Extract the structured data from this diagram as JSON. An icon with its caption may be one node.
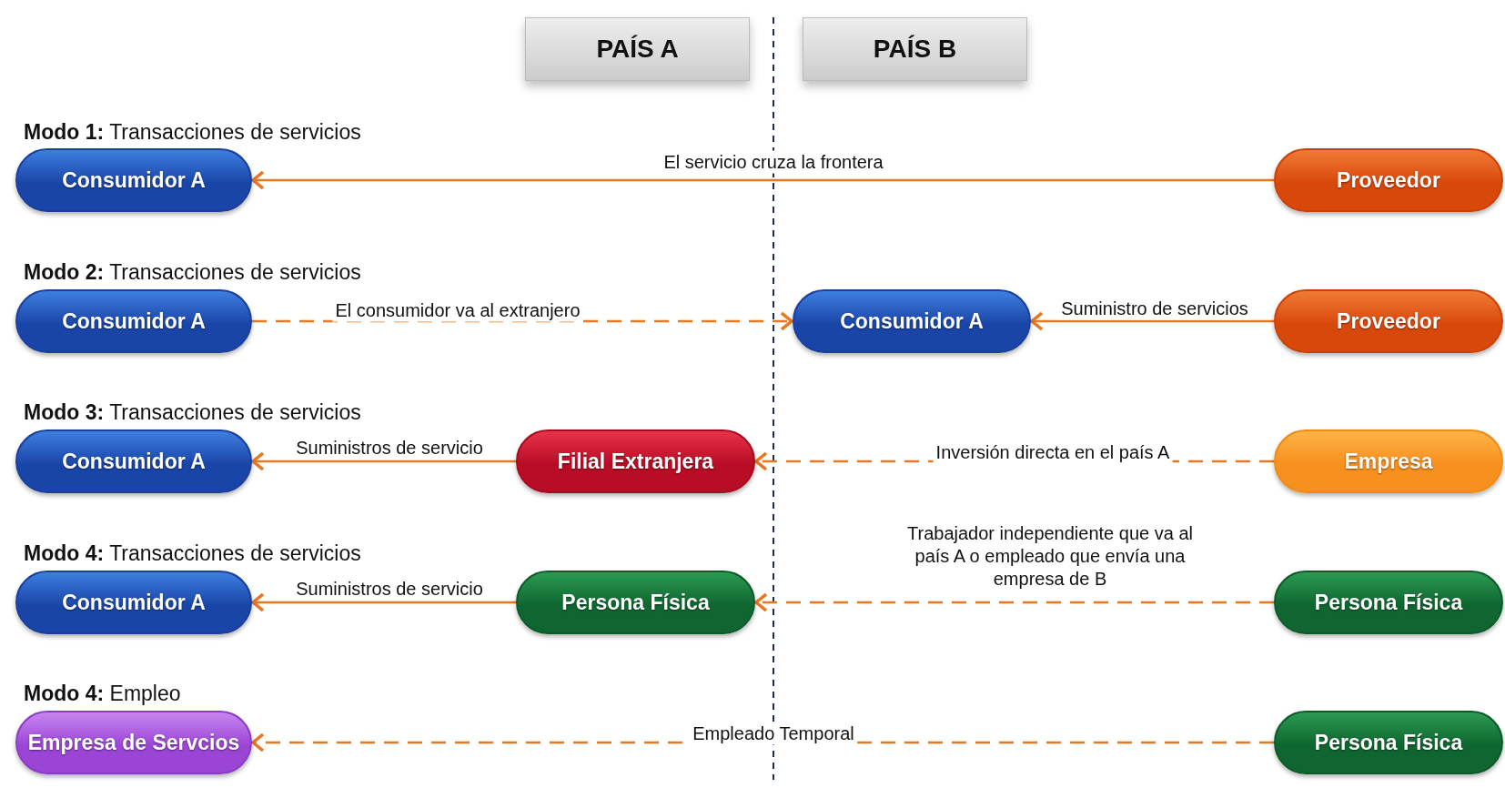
{
  "diagram": {
    "nodes": [
      {
        "text": [
          "PAÍS A"
        ]
      },
      {
        "text": [
          "PAÍS B"
        ]
      },
      {
        "text": [
          "Consumidor A"
        ]
      },
      {
        "text": [
          "Proveedor"
        ]
      },
      {
        "text": [
          "Consumidor A"
        ]
      },
      {
        "text": [
          "Consumidor A"
        ]
      },
      {
        "text": [
          "Proveedor"
        ]
      },
      {
        "text": [
          "Consumidor A"
        ]
      },
      {
        "text": [
          "Filial Extranjera"
        ]
      },
      {
        "text": [
          "Empresa"
        ]
      },
      {
        "text": [
          "Consumidor A"
        ]
      },
      {
        "text": [
          "Persona Física"
        ]
      },
      {
        "text": [
          "Persona Física"
        ]
      },
      {
        "text": [
          "Empresa de Servcios"
        ]
      },
      {
        "text": [
          "Persona Física"
        ]
      }
    ],
    "edges": [
      {
        "from": 3,
        "to": 2,
        "arrow": "to",
        "label": "El servicio cruza la frontera"
      },
      {
        "from": 4,
        "to": 5,
        "arrow": "to",
        "label": "El consumidor va al extranjero",
        "style": "dashed"
      },
      {
        "from": 6,
        "to": 5,
        "arrow": "to",
        "label": "Suministro de servicios"
      },
      {
        "from": 8,
        "to": 7,
        "arrow": "to",
        "label": "Suministros de servicio"
      },
      {
        "from": 9,
        "to": 8,
        "arrow": "to",
        "label": "Inversión directa en el país A",
        "style": "dashed"
      },
      {
        "from": 11,
        "to": 10,
        "arrow": "to",
        "label": "Suministros de servicio"
      },
      {
        "from": 12,
        "to": 11,
        "arrow": "to",
        "label": "Trabajador independiente que va al país A o empleado que envía una empresa de B",
        "style": "dashed"
      },
      {
        "from": 14,
        "to": 13,
        "arrow": "to",
        "label": "Empleado Temporal",
        "style": "dashed"
      }
    ],
    "labels": [
      "**Modo 1:** Transacciones de servicios",
      "**Modo 2:** Transacciones de servicios",
      "**Modo 3:** Transacciones de servicios",
      "**Modo 4:** Transacciones de servicios",
      "**Modo 4:** Empleo"
    ]
  }
}
